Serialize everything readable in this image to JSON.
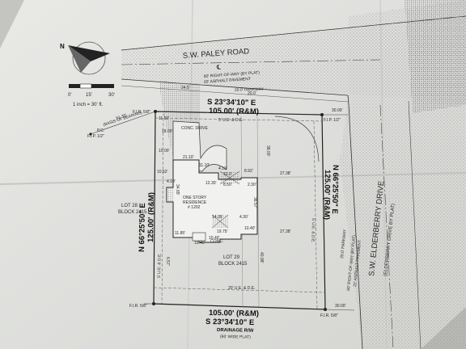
{
  "roads": {
    "paley": {
      "name": "S.W. PALEY ROAD",
      "row": "60' RIGHT-OF-WAY (BY PLAT)",
      "pavement": "20' ASPHALT PAVEMENT",
      "centerline": "℄"
    },
    "elderberry": {
      "name": "S.W. ELDERBERRY DRIVE",
      "sub": "(ELDERBERRY DRIVE BY PLAT)",
      "row": "60' RIGHT-OF-WAY (BY PLAT)",
      "pavement": "22' ASPHALT PAVEMENT",
      "parkway": "20.0' PARKWAY"
    }
  },
  "north_arrow": {
    "letter": "N"
  },
  "scale": {
    "ticks": [
      "0'",
      "15'",
      "30'"
    ],
    "ratio": "1 inch = 30' ft."
  },
  "parkway_top": "20.0' PARKWAY",
  "boundary": {
    "top_bearing": "S 23°34'10\" E",
    "top_distance": "105.00' (R&M)",
    "bottom_distance": "105.00' (R&M)",
    "bottom_bearing": "S 23°34'10\" E",
    "left_bearing": "N 66°25'50\" E",
    "left_distance": "125.00' (R&M)",
    "right_distance": "125.00' (R&M)",
    "right_bearing": "N 66°25'50\" E"
  },
  "drainage": {
    "label": "DRAINAGE R/W",
    "sub": "(60' WIDE PLAT)"
  },
  "easements": {
    "top": "5' U.E. & D.E.",
    "bottom": "20' U.E. & D.E.",
    "right": "5' U.E. & D.E.",
    "left": "5' U.E. & D.E."
  },
  "monuments": {
    "fir_top_left": "F.I.R. 5/8\"",
    "fip_left": "F.I.P. 1/2\"",
    "pc": "P.C.",
    "basis": "(BASIS OF BEARING)",
    "basis_dist": "61.35'",
    "fip_top_right": "F.I.P. 1/2\"",
    "fir_bottom_left": "F.I.R. 5/8\"",
    "fir_bottom_right": "F.I.R. 5/8\""
  },
  "lots": {
    "left_name": "LOT 28",
    "left_block": "BLOCK 2415",
    "main_name": "LOT 29",
    "main_block": "BLOCK 2415"
  },
  "residence": {
    "title": "ONE STORY",
    "title2": "RESIDENCE",
    "number": "# 1202"
  },
  "drive": {
    "label": "CONC. DRIVE"
  },
  "dims": {
    "d1": "24.5'",
    "d2": "11.50'",
    "d3": "18.00'",
    "d4": "20.0'",
    "d5": "21.10'",
    "d6": "11.10'",
    "d7": "4.10'",
    "d8": "13.0'",
    "d9": "8.92'",
    "d10": "8.50'",
    "d11": "12.30'",
    "d12": "2.30'",
    "d13": "27.38'",
    "d14": "38.00'",
    "d15": "10.00'",
    "d16": "14.35'",
    "d17": "4.30'",
    "d18": "19.75'",
    "d19": "10.40'",
    "d20": "27.38'",
    "d21": "11.85'",
    "d22": "15.45'",
    "d23": "10.40'",
    "d24": "34.65'",
    "d25": "36.57'",
    "d26": "30.00'",
    "d27": "30.00'",
    "d28": "6.57'",
    "d29": "10.52'",
    "d30": "40.98'",
    "d31": "4.10'",
    "d32": "CONC."
  }
}
